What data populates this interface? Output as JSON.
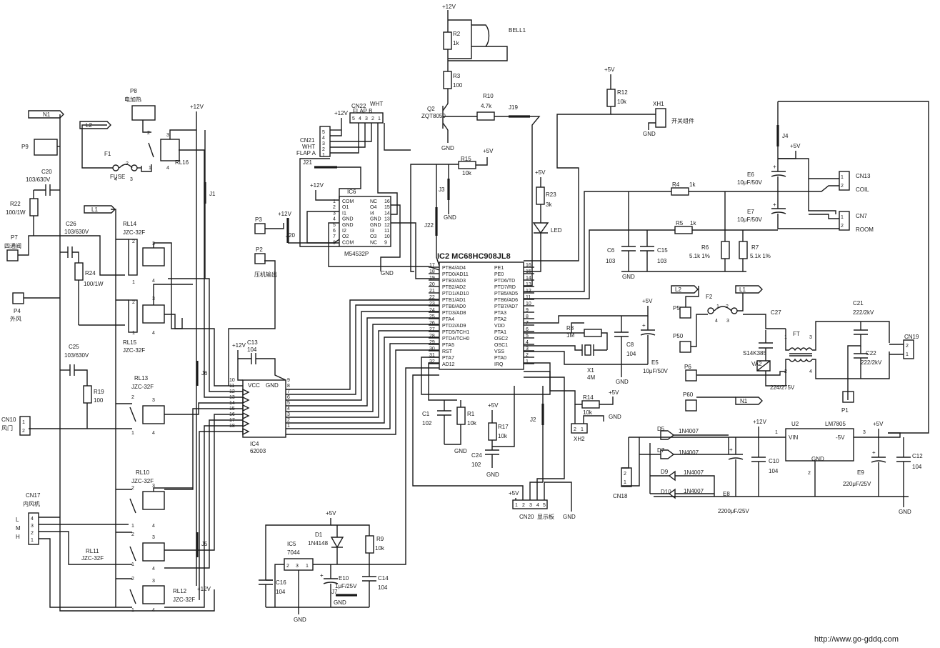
{
  "watermark": "http://www.go-gddq.com",
  "rails": {
    "p12": "+12V",
    "p5": "+5V",
    "gnd": "GND"
  },
  "ics": {
    "ic2": "IC2 MC68HC908JL8",
    "ic4": "IC4",
    "ic4_part": "62003",
    "ic6": "IC6",
    "ic6_part": "M54532P",
    "ic5": "IC5",
    "ic5_part": "7044",
    "u2": "U2",
    "u2_part": "LM7805",
    "vin": "VIN",
    "out": "-5V",
    "vcc": "VCC"
  },
  "ic2_left_pins": [
    {
      "n": "17",
      "name": "PTB4/AD4"
    },
    {
      "n": "18",
      "name": "PTD0/AD11"
    },
    {
      "n": "19",
      "name": "PTB3/AD3"
    },
    {
      "n": "20",
      "name": "PTB2/AD2"
    },
    {
      "n": "21",
      "name": "PTD1/AD10"
    },
    {
      "n": "22",
      "name": "PTB1/AD1"
    },
    {
      "n": "23",
      "name": "PTB0/AD0"
    },
    {
      "n": "24",
      "name": "PTD3/AD8"
    },
    {
      "n": "25",
      "name": "PTA4"
    },
    {
      "n": "26",
      "name": "PTD2/AD9"
    },
    {
      "n": "27",
      "name": "PTD5/TCH1"
    },
    {
      "n": "28",
      "name": "PTD4/TCH0"
    },
    {
      "n": "29",
      "name": "PTA5"
    },
    {
      "n": "30",
      "name": "RST"
    },
    {
      "n": "31",
      "name": "PTA7"
    },
    {
      "n": "32",
      "name": "AD12"
    }
  ],
  "ic2_right_pins": [
    {
      "n": "16",
      "name": "PE1"
    },
    {
      "n": "15",
      "name": "PE0"
    },
    {
      "n": "14",
      "name": "PTD6/TD"
    },
    {
      "n": "13",
      "name": "PTD7/RD"
    },
    {
      "n": "12",
      "name": "PTB5/AD5"
    },
    {
      "n": "11",
      "name": "PTB6/AD6"
    },
    {
      "n": "10",
      "name": "PTB7/AD7"
    },
    {
      "n": "9",
      "name": "PTA3"
    },
    {
      "n": "8",
      "name": "PTA2"
    },
    {
      "n": "7",
      "name": "VDD"
    },
    {
      "n": "6",
      "name": "PTA1"
    },
    {
      "n": "5",
      "name": "OSC2"
    },
    {
      "n": "4",
      "name": "OSC1"
    },
    {
      "n": "3",
      "name": "VSS"
    },
    {
      "n": "2",
      "name": "PTA0"
    },
    {
      "n": "1",
      "name": "IRQ"
    }
  ],
  "ic6_pins": {
    "left": [
      {
        "n": "1",
        "name": "COM"
      },
      {
        "n": "2",
        "name": "O1"
      },
      {
        "n": "3",
        "name": "I1"
      },
      {
        "n": "4",
        "name": "GND"
      },
      {
        "n": "5",
        "name": "GND"
      },
      {
        "n": "6",
        "name": "I2"
      },
      {
        "n": "7",
        "name": "O2"
      },
      {
        "n": "8",
        "name": "COM"
      }
    ],
    "right": [
      {
        "n": "16",
        "name": "NC"
      },
      {
        "n": "15",
        "name": "O4"
      },
      {
        "n": "14",
        "name": "I4"
      },
      {
        "n": "13",
        "name": "GND"
      },
      {
        "n": "12",
        "name": "GND"
      },
      {
        "n": "11",
        "name": "I3"
      },
      {
        "n": "10",
        "name": "O3"
      },
      {
        "n": "9",
        "name": "NC"
      }
    ]
  },
  "ic4_left_pins": [
    "10",
    "11",
    "12",
    "13",
    "14",
    "15",
    "16",
    "17",
    "18"
  ],
  "ic4_right_pins": [
    "9",
    "8",
    "7",
    "6",
    "5",
    "4",
    "3",
    "2",
    "1"
  ],
  "components": {
    "R2": "R2",
    "R2v": "1k",
    "R3": "R3",
    "R3v": "100",
    "BELL1": "BELL1",
    "Q2": "Q2",
    "Q2v": "ZQT8050",
    "R10": "R10",
    "R10v": "4.7k",
    "J19": "J19",
    "R15": "R15",
    "R15v": "10k",
    "J3": "J3",
    "J22": "J22",
    "R12": "R12",
    "R12v": "10k",
    "XH1": "XH1",
    "XH1t": "开关组件",
    "R23": "R23",
    "R23v": "3k",
    "LED": "LED",
    "J4": "J4",
    "E6": "E6",
    "E6v": "10μF/50V",
    "E7": "E7",
    "E7v": "10μF/50V",
    "CN13": "CN13",
    "COIL": "COIL",
    "CN7": "CN7",
    "ROOM": "ROOM",
    "R4": "R4",
    "R4v": "1k",
    "R5": "R5",
    "R5v": "1k",
    "R6": "R6",
    "R6v": "5.1k 1%",
    "R7": "R7",
    "R7v": "5.1k 1%",
    "C6": "C6",
    "C6v": "103",
    "C15": "C15",
    "C15v": "103",
    "F2": "F2",
    "L2": "L2",
    "L1": "L1",
    "N1": "N1",
    "C27": "C27",
    "C21": "C21",
    "C21v": "222/2kV",
    "FT": "FT",
    "CN19": "CN19",
    "C22": "C22",
    "C22v": "222/2kV",
    "S14K385": "S14K385",
    "VA2": "VA2",
    "C27v": "224/275V",
    "P5": "P5",
    "P50": "P50",
    "P6": "P6",
    "P60": "P60",
    "P1": "P1",
    "R8": "R8",
    "R8v": "1M",
    "X1": "X1",
    "X1v": "4M",
    "C8": "C8",
    "C8v": "104",
    "E5": "E5",
    "E5v": "10μF/50V",
    "R14": "R14",
    "R14v": "10k",
    "XH2": "XH2",
    "C1": "C1",
    "C1v": "102",
    "R1": "R1",
    "R1v": "10k",
    "R17": "R17",
    "R17v": "10k",
    "C24": "C24",
    "C24v": "102",
    "J2": "J2",
    "CN20": "CN20",
    "CN20t": "显示板",
    "D5": "D5",
    "D7": "D7",
    "D9": "D9",
    "D10": "D10",
    "D_part": "1N4007",
    "C10": "C10",
    "C10v": "104",
    "E8": "E8",
    "E8v": "2200μF/25V",
    "E9": "E9",
    "E9v": "220μF/25V",
    "C12": "C12",
    "C12v": "104",
    "CN18": "CN18",
    "D1": "D1",
    "D1v": "1N4148",
    "R9": "R9",
    "R9v": "10k",
    "C16": "C16",
    "C16v": "104",
    "E10": "E10",
    "E10v": "1μF/25V",
    "C14": "C14",
    "C14v": "104",
    "J7": "J7",
    "C13": "C13",
    "C13v": "104",
    "P3": "P3",
    "P2": "P2",
    "P2t": "压机输出",
    "J20": "J20",
    "J21": "J21",
    "CN21": "CN21",
    "CN21t": "WHT",
    "CN21t2": "FLAP A",
    "CN22": "CN22",
    "CN22t": "WHT",
    "CN22t2": "FLAP B",
    "P8": "P8",
    "P8t": "电加热",
    "F1": "F1",
    "FUSE": "FUSE",
    "RL16": "RL16",
    "J1": "J1",
    "P9": "P9",
    "C20": "C20",
    "C20v": "103/630V",
    "R22": "R22",
    "R22v": "100/1W",
    "P7": "P7",
    "P7t": "四通阀",
    "C26": "C26",
    "C26v": "103/630V",
    "R24": "R24",
    "R24v": "100/1W",
    "P4": "P4",
    "P4t": "外风",
    "RL14": "RL14",
    "RL15": "RL15",
    "RL_part": "JZC-32F",
    "C25": "C25",
    "C25v": "103/630V",
    "R19": "R19",
    "R19v": "100",
    "RL13": "RL13",
    "J6": "J6",
    "CN10": "CN10",
    "CN10t": "风门",
    "RL10": "RL10",
    "RL11": "RL11",
    "RL12": "RL12",
    "RL11_part": "JZC-32F",
    "CN17": "CN17",
    "CN17t": "内风机",
    "J5": "J5",
    "N1a": "N1",
    "L2a": "L2",
    "L1a": "L1",
    "CN17L": "L",
    "CN17M": "M",
    "CN17H": "H"
  }
}
